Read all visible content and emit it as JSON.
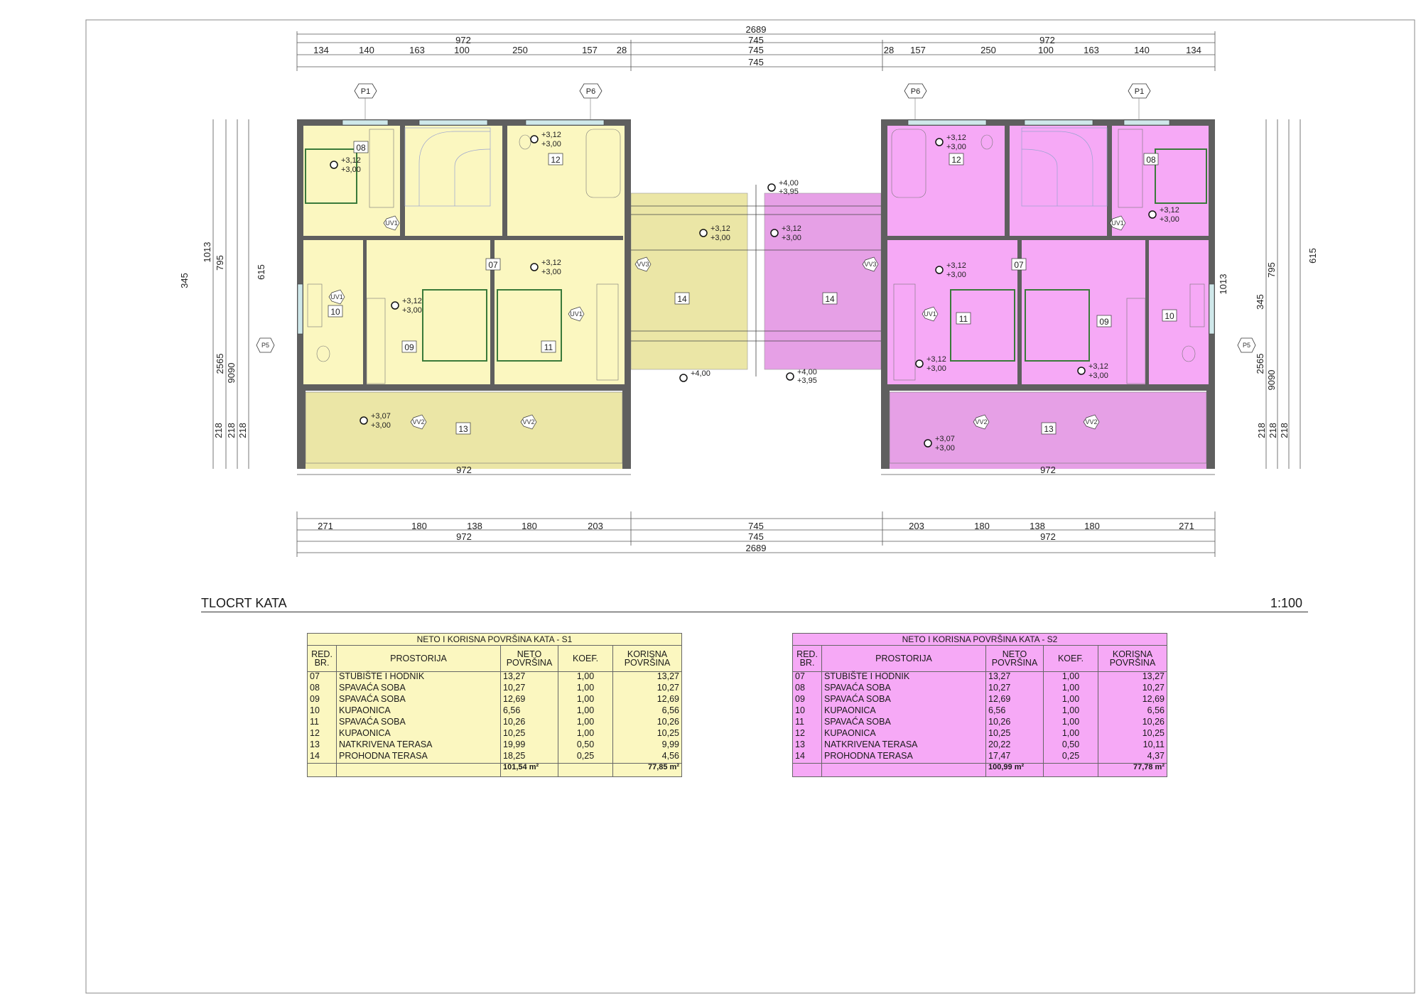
{
  "sheet": {
    "plan_title": "TLOCRT KATA",
    "scale": "1:100"
  },
  "colors": {
    "unit_s1": "#fbf7c0",
    "unit_s2": "#f6a9f6",
    "terrace_s1": "#ebe6a6",
    "terrace_s2": "#e6a0e6",
    "wall": "#5f5f5f",
    "furniture": "#3a7a3a"
  },
  "dimensions": {
    "top_total": "2689",
    "top_halves": [
      "972",
      "745",
      "972"
    ],
    "top_mid": "745",
    "top_row_left": [
      "134",
      "140",
      "163",
      "100",
      "250",
      "157",
      "28"
    ],
    "top_row_right": [
      "28",
      "157",
      "250",
      "100",
      "163",
      "140",
      "134"
    ],
    "bottom_row_left": [
      "271",
      "180",
      "138",
      "180",
      "203"
    ],
    "bottom_row_right": [
      "203",
      "180",
      "138",
      "180",
      "271"
    ],
    "bottom_halves": [
      "972",
      "745",
      "972"
    ],
    "bottom_total": "2689",
    "side_left": [
      "1013",
      "795",
      "615",
      "345",
      "2565",
      "9090",
      "218"
    ],
    "side_right": [
      "1013",
      "795",
      "615",
      "345",
      "2565",
      "9090",
      "218"
    ],
    "terrace_width": "972"
  },
  "markers": {
    "window_tags": [
      "P1",
      "P6",
      "P6",
      "P1",
      "P5",
      "P5"
    ],
    "vent_tags": [
      "UV1",
      "UV1",
      "UV1",
      "UV1",
      "VV2",
      "VV2",
      "VV2",
      "VV2",
      "VV3",
      "VV3"
    ],
    "levels": [
      "+3,12",
      "+3,00",
      "+3,07",
      "+4,00",
      "+3,95"
    ],
    "room_numbers": [
      "07",
      "08",
      "09",
      "10",
      "11",
      "12",
      "13",
      "14"
    ]
  },
  "tables": [
    {
      "id": "s1",
      "caption": "NETO I KORISNA POVRŠINA KATA - S1",
      "headers": [
        "RED. BR.",
        "PROSTORIJA",
        "NETO POVRŠINA",
        "KOEF.",
        "KORISNA POVRŠINA"
      ],
      "rows": [
        [
          "07",
          "STUBIŠTE I HODNIK",
          "13,27",
          "1,00",
          "13,27"
        ],
        [
          "08",
          "SPAVAĆA SOBA",
          "10,27",
          "1,00",
          "10,27"
        ],
        [
          "09",
          "SPAVAĆA SOBA",
          "12,69",
          "1,00",
          "12,69"
        ],
        [
          "10",
          "KUPAONICA",
          "6,56",
          "1,00",
          "6,56"
        ],
        [
          "11",
          "SPAVAĆA SOBA",
          "10,26",
          "1,00",
          "10,26"
        ],
        [
          "12",
          "KUPAONICA",
          "10,25",
          "1,00",
          "10,25"
        ],
        [
          "13",
          "NATKRIVENA TERASA",
          "19,99",
          "0,50",
          "9,99"
        ],
        [
          "14",
          "PROHODNA TERASA",
          "18,25",
          "0,25",
          "4,56"
        ]
      ],
      "total_net": "101,54 m²",
      "total_useful": "77,85 m²"
    },
    {
      "id": "s2",
      "caption": "NETO I KORISNA POVRŠINA KATA - S2",
      "headers": [
        "RED. BR.",
        "PROSTORIJA",
        "NETO POVRŠINA",
        "KOEF.",
        "KORISNA POVRŠINA"
      ],
      "rows": [
        [
          "07",
          "STUBIŠTE I HODNIK",
          "13,27",
          "1,00",
          "13,27"
        ],
        [
          "08",
          "SPAVAĆA SOBA",
          "10,27",
          "1,00",
          "10,27"
        ],
        [
          "09",
          "SPAVAĆA SOBA",
          "12,69",
          "1,00",
          "12,69"
        ],
        [
          "10",
          "KUPAONICA",
          "6,56",
          "1,00",
          "6,56"
        ],
        [
          "11",
          "SPAVAĆA SOBA",
          "10,26",
          "1,00",
          "10,26"
        ],
        [
          "12",
          "KUPAONICA",
          "10,25",
          "1,00",
          "10,25"
        ],
        [
          "13",
          "NATKRIVENA TERASA",
          "20,22",
          "0,50",
          "10,11"
        ],
        [
          "14",
          "PROHODNA TERASA",
          "17,47",
          "0,25",
          "4,37"
        ]
      ],
      "total_net": "100,99 m²",
      "total_useful": "77,78 m²"
    }
  ]
}
